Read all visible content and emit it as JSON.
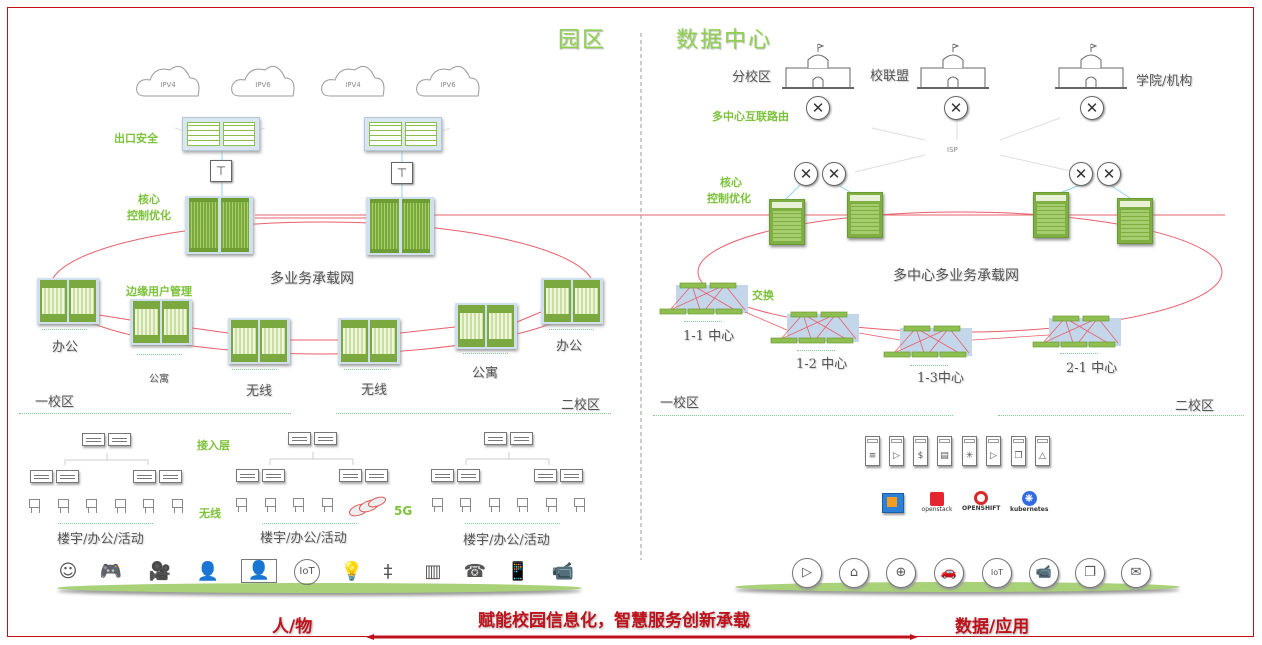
{
  "titles": {
    "campus": "园区",
    "datacenter": "数据中心"
  },
  "campus": {
    "clouds": [
      "IPV4",
      "IPV6",
      "IPV4",
      "IPV6"
    ],
    "labels": {
      "egress_security": "出口安全",
      "core_line1": "核心",
      "core_line2": "控制优化",
      "edge_user_mgmt": "边缘用户管理",
      "ring": "多业务承载网",
      "access_layer": "接入层",
      "wireless": "无线",
      "fiveg": "5G"
    },
    "nodes": [
      "办公",
      "公寓",
      "无线",
      "无线",
      "公寓",
      "办公"
    ],
    "zones": [
      "一校区",
      "二校区"
    ],
    "access_groups": [
      "楼宇/办公/活动",
      "楼宇/办公/活动",
      "楼宇/办公/活动"
    ],
    "devices": [
      "ai-brain",
      "gamepad",
      "video-camera",
      "teacher-phone",
      "video-conference",
      "iot",
      "lightbulb",
      "utility-pole",
      "barcode-scanner",
      "desk-phone",
      "media-player",
      "cctv-camera"
    ]
  },
  "datacenter": {
    "sites": [
      "分校区",
      "校联盟",
      "学院/机构"
    ],
    "cloud": "ISP",
    "labels": {
      "interconnect": "多中心互联路由",
      "core_line1": "核心",
      "core_line2": "控制优化",
      "ring": "多中心多业务承载网",
      "switching": "交换"
    },
    "centers": [
      "1-1 中心",
      "1-2 中心",
      "1-3中心",
      "2-1 中心"
    ],
    "zones": [
      "一校区",
      "二校区"
    ],
    "servers": [
      "database",
      "media",
      "currency",
      "document",
      "cluster",
      "video",
      "files",
      "shapes"
    ],
    "platforms": [
      "",
      "openstack",
      "OPENSHIFT",
      "kubernetes"
    ],
    "apps": [
      "video",
      "home",
      "web",
      "car",
      "iot",
      "cctv",
      "folder",
      "mail"
    ]
  },
  "footer": {
    "left": "人/物",
    "center": "赋能校园信息化，智慧服务创新承载",
    "right": "数据/应用"
  },
  "colors": {
    "frame": "#c0111b",
    "accent_green": "#8fd14f",
    "ring": "#e8606a"
  }
}
